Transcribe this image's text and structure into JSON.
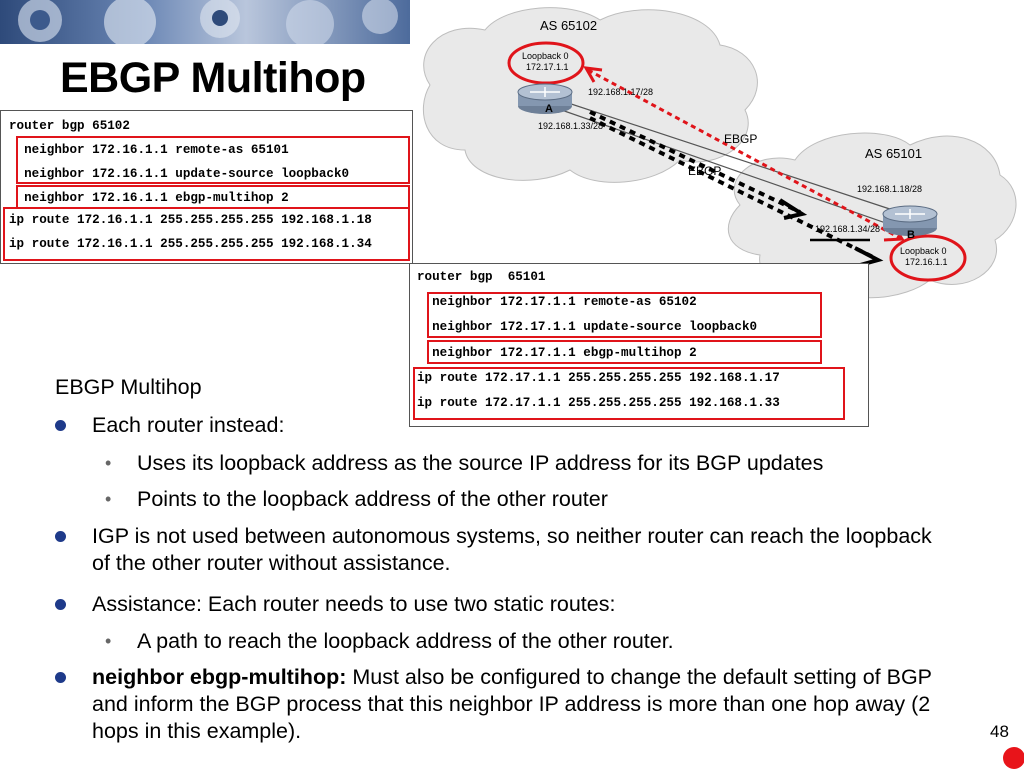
{
  "slide": {
    "title": "EBGP Multihop",
    "page_number": "48"
  },
  "config_a": {
    "lines": [
      "router bgp 65102",
      "  neighbor 172.16.1.1 remote-as 65101",
      "  neighbor 172.16.1.1 update-source loopback0",
      "  neighbor 172.16.1.1 ebgp-multihop 2",
      "ip route 172.16.1.1 255.255.255.255 192.168.1.18",
      "ip route 172.16.1.1 255.255.255.255 192.168.1.34"
    ]
  },
  "config_b": {
    "lines": [
      "router bgp  65101",
      "  neighbor 172.17.1.1 remote-as 65102",
      "  neighbor 172.17.1.1 update-source loopback0",
      "  neighbor 172.17.1.1 ebgp-multihop 2",
      "ip route 172.17.1.1 255.255.255.255 192.168.1.17",
      "ip route 172.17.1.1 255.255.255.255 192.168.1.33"
    ]
  },
  "diagram": {
    "as_top": "AS 65102",
    "as_bottom": "AS 65101",
    "loopback_a_label": "Loopback 0",
    "loopback_a_ip": "172.17.1.1",
    "router_a": "A",
    "a_link1": "192.168.1.17/28",
    "a_link2": "192.168.1.33/28",
    "ebgp1": "EBGP",
    "ebgp2": "EBGP",
    "b_link1": "192.168.1.18/28",
    "b_link2": "192.168.1.34/28",
    "router_b": "B",
    "loopback_b_label": "Loopback 0",
    "loopback_b_ip": "172.16.1.1"
  },
  "content": {
    "heading": "EBGP Multihop",
    "bullet1": "Each router instead:",
    "sub1a": "Uses its loopback address as the source IP address for its BGP updates",
    "sub1b": "Points to the loopback address of the other router",
    "bullet2": "IGP is not used between autonomous systems, so neither router can reach the loopback of the other router without assistance.",
    "bullet3": "Assistance: Each router needs to use two static routes:",
    "sub3a": "A path to reach the loopback address of the other router.",
    "bullet4_bold": "neighbor ebgp-multihop:",
    "bullet4_rest": " Must also be configured to change the default setting of BGP and inform the BGP process that this neighbor IP address is more than one hop away (2 hops in this example)."
  }
}
